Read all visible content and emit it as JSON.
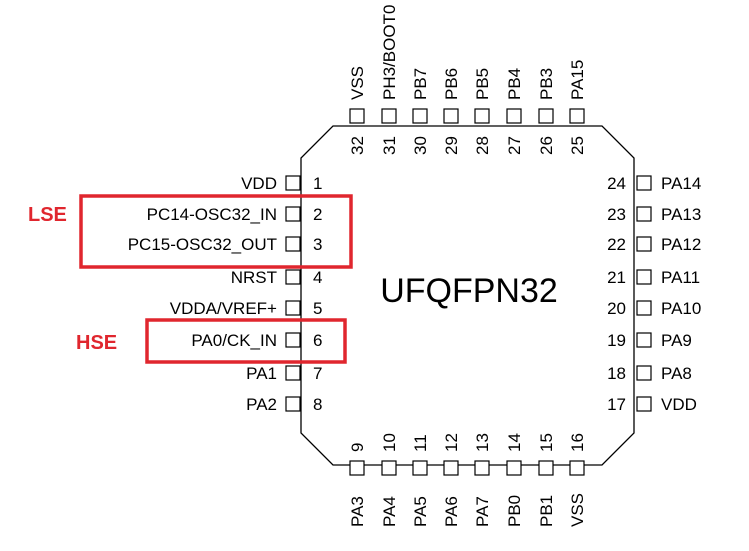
{
  "package_label": "UFQFPN32",
  "colors": {
    "highlight": "#e0262e",
    "outline": "#000000"
  },
  "highlights": [
    {
      "label": "LSE",
      "pins": [
        "2",
        "3"
      ]
    },
    {
      "label": "HSE",
      "pins": [
        "6"
      ]
    }
  ],
  "pins": {
    "left": [
      {
        "num": "1",
        "name": "VDD"
      },
      {
        "num": "2",
        "name": "PC14-OSC32_IN"
      },
      {
        "num": "3",
        "name": "PC15-OSC32_OUT"
      },
      {
        "num": "4",
        "name": "NRST"
      },
      {
        "num": "5",
        "name": "VDDA/VREF+"
      },
      {
        "num": "6",
        "name": "PA0/CK_IN"
      },
      {
        "num": "7",
        "name": "PA1"
      },
      {
        "num": "8",
        "name": "PA2"
      }
    ],
    "bottom": [
      {
        "num": "9",
        "name": "PA3"
      },
      {
        "num": "10",
        "name": "PA4"
      },
      {
        "num": "11",
        "name": "PA5"
      },
      {
        "num": "12",
        "name": "PA6"
      },
      {
        "num": "13",
        "name": "PA7"
      },
      {
        "num": "14",
        "name": "PB0"
      },
      {
        "num": "15",
        "name": "PB1"
      },
      {
        "num": "16",
        "name": "VSS"
      }
    ],
    "right": [
      {
        "num": "17",
        "name": "VDD"
      },
      {
        "num": "18",
        "name": "PA8"
      },
      {
        "num": "19",
        "name": "PA9"
      },
      {
        "num": "20",
        "name": "PA10"
      },
      {
        "num": "21",
        "name": "PA11"
      },
      {
        "num": "22",
        "name": "PA12"
      },
      {
        "num": "23",
        "name": "PA13"
      },
      {
        "num": "24",
        "name": "PA14"
      }
    ],
    "top": [
      {
        "num": "25",
        "name": "PA15"
      },
      {
        "num": "26",
        "name": "PB3"
      },
      {
        "num": "27",
        "name": "PB4"
      },
      {
        "num": "28",
        "name": "PB5"
      },
      {
        "num": "29",
        "name": "PB6"
      },
      {
        "num": "30",
        "name": "PB7"
      },
      {
        "num": "31",
        "name": "PH3/BOOT0"
      },
      {
        "num": "32",
        "name": "VSS"
      }
    ]
  }
}
